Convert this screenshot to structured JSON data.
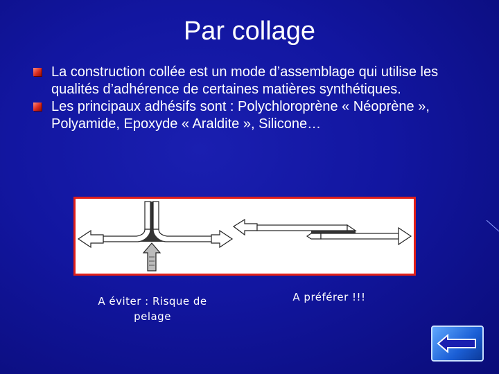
{
  "slide": {
    "title": "Par collage",
    "bullets": [
      "La construction collée est un mode d’assemblage qui utilise les qualités d’adhérence de certaines matières synthétiques.",
      "Les principaux adhésifs sont : Polychloroprène « Néoprène », Polyamide, Epoxyde « Araldite », Silicone…"
    ]
  },
  "figure": {
    "caption_left": "A éviter : Risque de pelage",
    "caption_right": "A préférer !!!"
  },
  "nav": {
    "icon": "back-arrow-icon"
  },
  "colors": {
    "background": "#1216a0",
    "bullet": "#d92a1e",
    "figure_border": "#e0201a",
    "button": "#1b5fd6"
  }
}
